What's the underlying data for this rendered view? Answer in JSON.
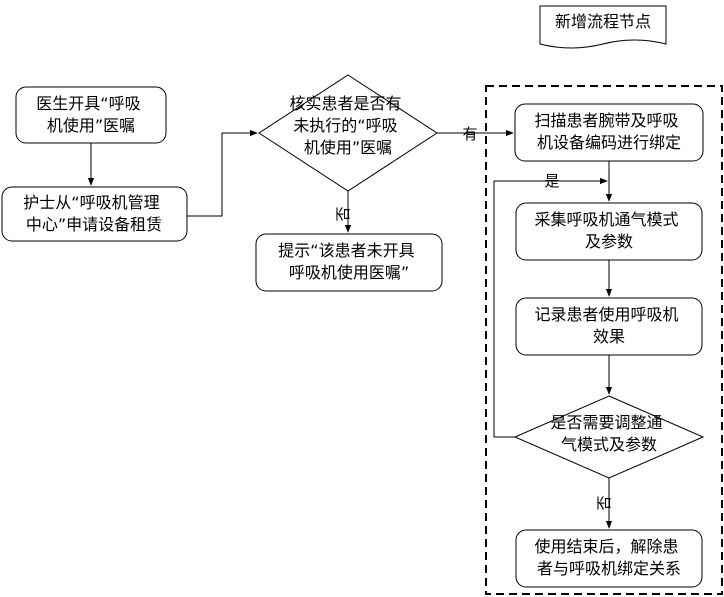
{
  "legend": {
    "label": "新增流程节点"
  },
  "nodes": {
    "doctor_order": [
      "医生开具“呼吸",
      "机使用”医嘱"
    ],
    "nurse_rent": [
      "护士从“呼吸机管理",
      "中心”申请设备租赁"
    ],
    "check_order": [
      "核实患者是否有",
      "未执行的“呼吸",
      "机使用”医嘱"
    ],
    "prompt_no_order": [
      "提示“该患者未开具",
      "呼吸机使用医嘱”"
    ],
    "scan_bind": [
      "扫描患者腕带及呼吸",
      "机设备编码进行绑定"
    ],
    "collect_mode": [
      "采集呼吸机通气模式",
      "及参数"
    ],
    "record_effect": [
      "记录患者使用呼吸机",
      "效果"
    ],
    "need_adjust": [
      "是否需要调整通",
      "气模式及参数"
    ],
    "unbind": [
      "使用结束后，解除患",
      "者与呼吸机绑定关系"
    ]
  },
  "edge_labels": {
    "yes_have": "有",
    "no_check": "否",
    "yes_adjust": "是",
    "no_adjust": "否"
  },
  "colors": {
    "stroke": "#000000",
    "fill": "#ffffff"
  }
}
